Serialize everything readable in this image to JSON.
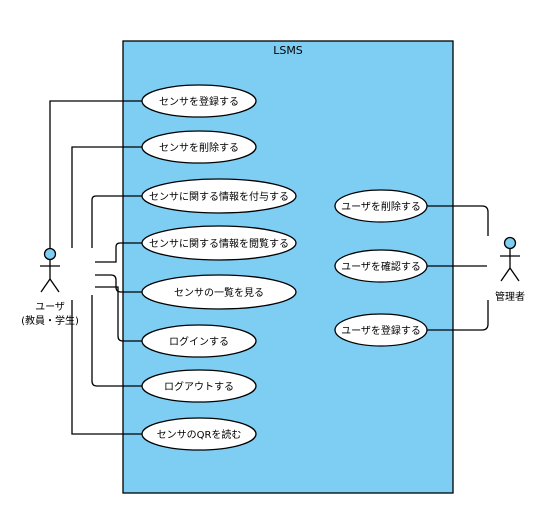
{
  "system": {
    "title": "LSMS",
    "fill_color": "#7ecef4"
  },
  "actors": [
    {
      "id": "user",
      "lines": [
        "ユーザ",
        "(教員・学生)"
      ],
      "head_color": "#7ecef4"
    },
    {
      "id": "admin",
      "lines": [
        "管理者"
      ],
      "head_color": "#7ecef4"
    }
  ],
  "usecases_user": [
    "センサを登録する",
    "センサを削除する",
    "センサに関する情報を付与する",
    "センサに関する情報を閲覧する",
    "センサの一覧を見る",
    "ログインする",
    "ログアウトする",
    "センサのQRを読む"
  ],
  "usecases_admin": [
    "ユーザを削除する",
    "ユーザを確認する",
    "ユーザを登録する"
  ]
}
